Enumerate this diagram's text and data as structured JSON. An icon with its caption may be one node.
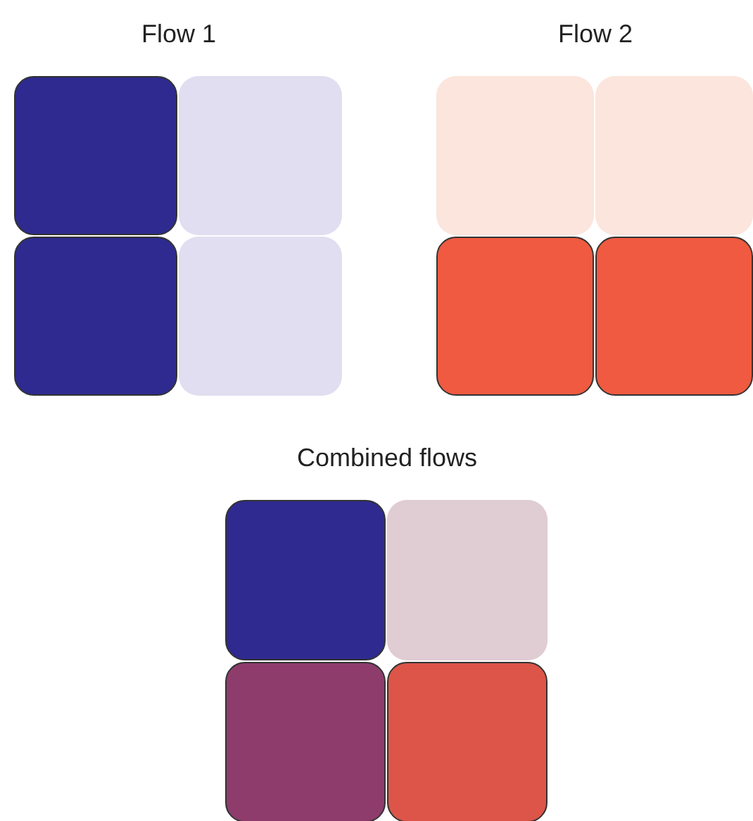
{
  "diagram": {
    "nodes": [
      {
        "text": [],
        "shape": "box"
      },
      {
        "text": [],
        "shape": "box"
      },
      {
        "text": [],
        "shape": "box"
      },
      {
        "text": [],
        "shape": "box"
      },
      {
        "text": [],
        "shape": "box"
      },
      {
        "text": [],
        "shape": "box"
      },
      {
        "text": [],
        "shape": "box"
      },
      {
        "text": [],
        "shape": "box"
      },
      {
        "text": [],
        "shape": "box"
      },
      {
        "text": [],
        "shape": "box"
      },
      {
        "text": [],
        "shape": "box"
      },
      {
        "text": [],
        "shape": "box"
      }
    ],
    "labels": [
      "Flow 1",
      "Flow 2",
      "Combined flows"
    ]
  }
}
